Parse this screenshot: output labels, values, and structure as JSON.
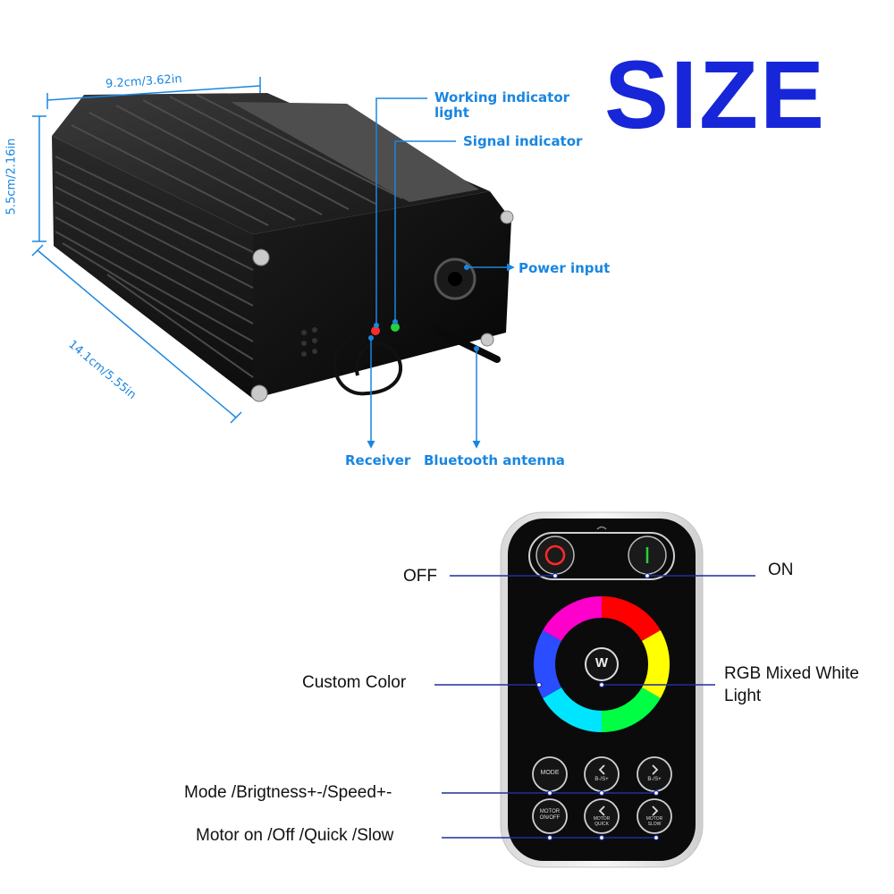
{
  "title": "SIZE",
  "dimensions": {
    "width": "9.2cm/3.62in",
    "height": "5.5cm/2.16in",
    "length": "14.1cm/5.55in"
  },
  "device_callouts": {
    "working_indicator": "Working indicator light",
    "working_indicator_line1": "Working indicator",
    "working_indicator_line2": "light",
    "signal_indicator": "Signal indicator",
    "power_input": "Power input",
    "receiver": "Receiver",
    "bluetooth_antenna": "Bluetooth antenna"
  },
  "remote_callouts": {
    "off": "OFF",
    "on": "ON",
    "custom_color": "Custom Color",
    "rgb_white_line1": "RGB Mixed White",
    "rgb_white_line2": "Light",
    "mode_row": "Mode /Brigtness+-/Speed+-",
    "motor_row": "Motor on /Off /Quick /Slow"
  },
  "remote_buttons": {
    "white": "W",
    "mode": "MODE",
    "bs_minus": "B-/S+",
    "bs_plus": "B-/S+",
    "motor_onoff_1": "MOTOR",
    "motor_onoff_2": "ON/OFF",
    "motor_quick_1": "MOTOR",
    "motor_quick_2": "QUICK",
    "motor_slow_1": "MOTOR",
    "motor_slow_2": "SLOW"
  },
  "colors": {
    "title": "#1726d8",
    "callout": "#1a86e0",
    "remote_line": "#1f2f9e",
    "led_red": "#ff2a2a",
    "led_green": "#22d43a"
  }
}
